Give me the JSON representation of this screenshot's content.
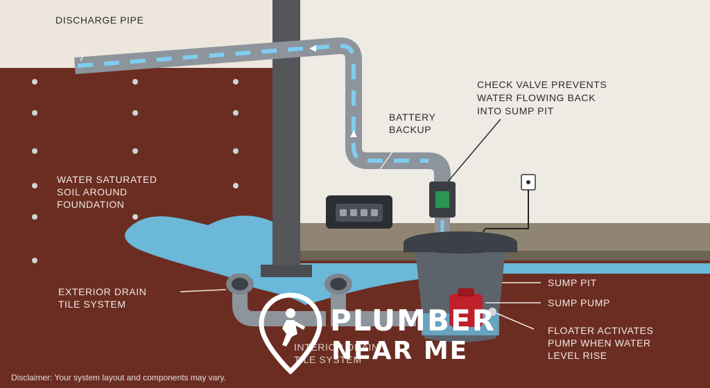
{
  "labels": {
    "discharge_pipe": "DISCHARGE PIPE",
    "check_valve": "CHECK VALVE PREVENTS\nWATER FLOWING BACK\nINTO SUMP PIT",
    "battery_backup": "BATTERY\nBACKUP",
    "saturated_soil": "WATER SATURATED\nSOIL AROUND\nFOUNDATION",
    "exterior_drain": "EXTERIOR DRAIN\nTILE SYSTEM",
    "interior_drain": "INTERIOR DRAIN\nTILE SYSTEM",
    "sump_pit": "SUMP PIT",
    "sump_pump": "SUMP PUMP",
    "floater": "FLOATER ACTIVATES\nPUMP WHEN WATER\nLEVEL RISE"
  },
  "watermark": {
    "line1": "PLUMBER",
    "line2": "NEAR ME"
  },
  "disclaimer": "Disclaimer: Your system layout and components may vary.",
  "colors": {
    "soil": "#6b2d22",
    "sky": "#ece6dc",
    "wall": "#54565a",
    "pipe": "#8d949b",
    "water": "#6cc0e4",
    "pump": "#c0202a"
  },
  "icons": {
    "watermark": "plumber-location-pin-icon",
    "outlet": "wall-outlet-icon"
  }
}
